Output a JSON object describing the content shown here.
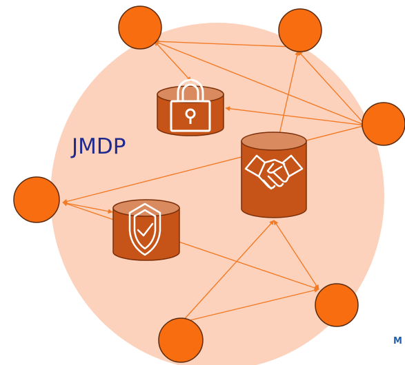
{
  "title": "JMDP",
  "corner_text": "M",
  "colors": {
    "halo": "#fcd2bd",
    "node_fill": "#f86d10",
    "node_stroke": "#5a2a0e",
    "link": "#f37a25",
    "cylinder_body": "#c65418",
    "cylinder_top": "#d98b5f",
    "cylinder_stroke": "#7a2e08",
    "icon_stroke": "#ffffff",
    "label": "#1f2a8c"
  },
  "nodes": [
    {
      "id": "node-top-left",
      "name": "peer-node-top-left"
    },
    {
      "id": "node-top-right",
      "name": "peer-node-top-right"
    },
    {
      "id": "node-right",
      "name": "peer-node-right"
    },
    {
      "id": "node-left",
      "name": "peer-node-left"
    },
    {
      "id": "node-bottom-right",
      "name": "peer-node-bottom-right"
    },
    {
      "id": "node-bottom",
      "name": "peer-node-bottom"
    }
  ],
  "databases": [
    {
      "id": "db-lock",
      "icon": "padlock-icon"
    },
    {
      "id": "db-handshake",
      "icon": "handshake-icon"
    },
    {
      "id": "db-shield",
      "icon": "shield-check-icon"
    }
  ],
  "links": [
    [
      "node-top-left",
      "node-top-right"
    ],
    [
      "node-top-left",
      "node-right"
    ],
    [
      "node-top-left",
      "db-lock"
    ],
    [
      "node-top-right",
      "db-handshake"
    ],
    [
      "node-top-right",
      "node-right"
    ],
    [
      "db-lock",
      "node-right"
    ],
    [
      "node-right",
      "node-left"
    ],
    [
      "node-left",
      "db-handshake"
    ],
    [
      "node-left",
      "node-bottom-right"
    ],
    [
      "db-handshake",
      "node-bottom"
    ],
    [
      "db-handshake",
      "node-bottom-right"
    ],
    [
      "node-bottom-right",
      "node-bottom"
    ]
  ]
}
